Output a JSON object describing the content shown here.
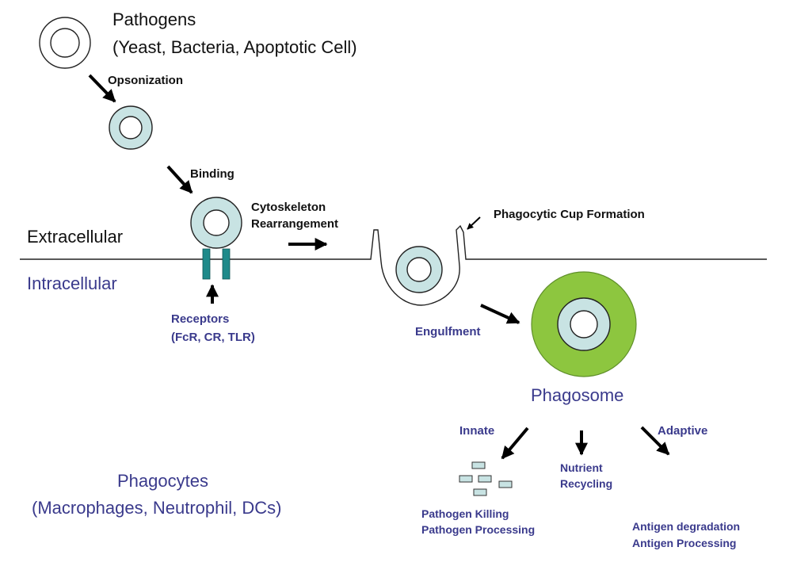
{
  "title": "Pathogens",
  "title_sub": "(Yeast, Bacteria, Apoptotic Cell)",
  "steps": {
    "opsonization": "Opsonization",
    "binding": "Binding",
    "cytoskeleton_1": "Cytoskeleton",
    "cytoskeleton_2": "Rearrangement",
    "cup": "Phagocytic Cup Formation",
    "engulfment": "Engulfment"
  },
  "regions": {
    "extracellular": "Extracellular",
    "intracellular": "Intracellular"
  },
  "receptors": {
    "label": "Receptors",
    "types": "(FcR, CR, TLR)"
  },
  "phagosome": "Phagosome",
  "branches": {
    "innate": "Innate",
    "adaptive": "Adaptive",
    "nutrient_1": "Nutrient",
    "nutrient_2": "Recycling",
    "killing_1": "Pathogen Killing",
    "killing_2": "Pathogen Processing",
    "antigen_1": "Antigen degradation",
    "antigen_2": "Antigen Processing"
  },
  "phagocytes": {
    "label": "Phagocytes",
    "types": "(Macrophages, Neutrophil, DCs)"
  },
  "colors": {
    "pathogen_fill": "#c8e3e3",
    "receptor": "#1f8a8a",
    "phagosome_outer": "#8dc63f",
    "blue_text": "#3a3a8c"
  }
}
